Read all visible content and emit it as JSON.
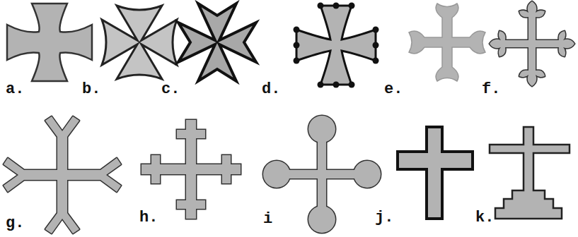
{
  "diagram": {
    "labels": [
      "a.",
      "b.",
      "c.",
      "d.",
      "e.",
      "f.",
      "g.",
      "h.",
      "i",
      "j.",
      "k."
    ]
  }
}
